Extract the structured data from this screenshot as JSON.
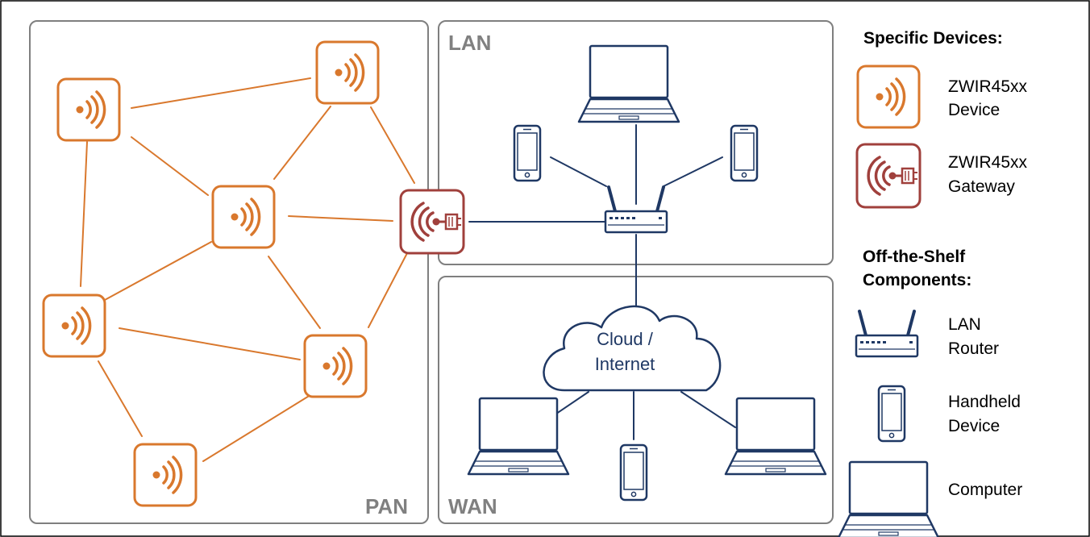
{
  "colors": {
    "pan_device": "#d9782d",
    "gateway": "#a0403c",
    "off_the_shelf": "#1f3864",
    "region_border": "#7f7f7f",
    "region_label": "#808080"
  },
  "regions": {
    "pan": "PAN",
    "lan": "LAN",
    "wan": "WAN"
  },
  "cloud": {
    "line1": "Cloud /",
    "line2": "Internet"
  },
  "legend": {
    "specific_heading": "Specific Devices:",
    "device_line1": "ZWIR45xx",
    "device_line2": "Device",
    "gateway_line1": "ZWIR45xx",
    "gateway_line2": "Gateway",
    "ots_heading_line1": "Off-the-Shelf",
    "ots_heading_line2": "Components:",
    "router_line1": "LAN",
    "router_line2": "Router",
    "handheld_line1": "Handheld",
    "handheld_line2": "Device",
    "computer": "Computer"
  },
  "icons": {
    "device": "wireless-signal-icon",
    "gateway": "gateway-icon",
    "router": "router-icon",
    "handheld": "phone-icon",
    "computer": "laptop-icon"
  }
}
